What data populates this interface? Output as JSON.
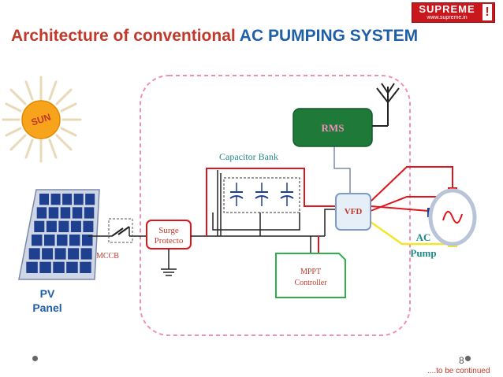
{
  "header": {
    "title_part1": "Architecture of conventional",
    "title_part2": "AC PUMPING SYSTEM",
    "logo_brand": "SUPREME",
    "logo_web": "www.supreme.in",
    "logo_mark": "!"
  },
  "diagram": {
    "sun_label": "SUN",
    "pv_label_line1": "PV",
    "pv_label_line2": "Panel",
    "mccb_label": "MCCB",
    "surge_label_line1": "Surge",
    "surge_label_line2": "Protecto",
    "capacitor_label": "Capacitor Bank",
    "rms_label": "RMS",
    "vfd_label": "VFD",
    "mppt_label_line1": "MPPT",
    "mppt_label_line2": "Controller",
    "pump_label_line1": "AC",
    "pump_label_line2": "Pump"
  },
  "footer": {
    "page_number": "8",
    "continued": "....to be continued"
  },
  "colors": {
    "title_red": "#c0392b",
    "title_blue": "#1f5fa8",
    "wire_red": "#e0141c",
    "wire_yellow": "#f2e52a",
    "rms_green": "#1f7a3a",
    "mppt_green": "#2bb04a",
    "pv_blue": "#1f3f8f",
    "dashed_pink": "#f08fb8"
  }
}
